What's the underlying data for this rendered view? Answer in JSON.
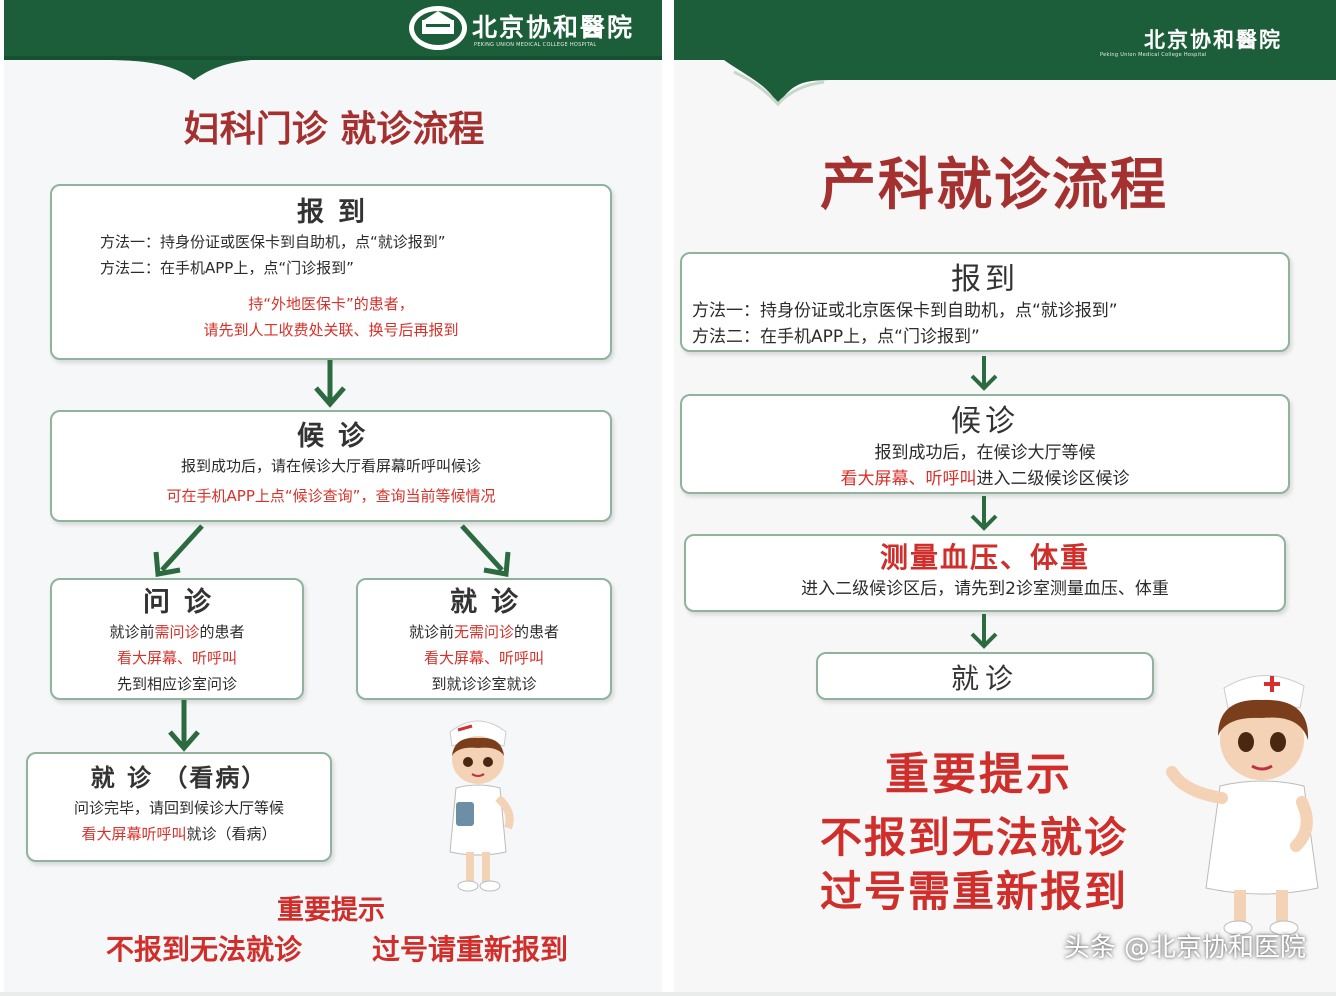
{
  "left": {
    "logo": "北京协和醫院",
    "logo_sub": "PEKING UNION MEDICAL COLLEGE HOSPITAL",
    "title": "妇科门诊  就诊流程",
    "checkin": {
      "heading": "报到",
      "method1": "方法一：持身份证或医保卡到自助机，点“就诊报到”",
      "method2": "方法二：在手机APP上，点“门诊报到”",
      "note1": "持“外地医保卡”的患者，",
      "note2": "请先到人工收费处关联、换号后再报到"
    },
    "waiting": {
      "heading": "候诊",
      "line1": "报到成功后，请在候诊大厅看屏幕听呼叫候诊",
      "line2": "可在手机APP上点“候诊查询”，查询当前等候情况"
    },
    "inquiry": {
      "heading": "问诊",
      "line1": "就诊前需问诊的患者",
      "line2": "看大屏幕、听呼叫",
      "line3": "先到相应诊室问诊"
    },
    "visit": {
      "heading": "就诊",
      "line1": "就诊前无需问诊的患者",
      "line2": "看大屏幕、听呼叫",
      "line3": "到就诊诊室就诊"
    },
    "visit_sick": {
      "heading": "就 诊 （看病）",
      "line1": "问诊完毕，请回到候诊大厅等候",
      "line2_red": "看大屏幕听呼叫",
      "line2_black": "就诊（看病）"
    },
    "tip_title": "重要提示",
    "tip1": "不报到无法就诊",
    "tip2": "过号请重新报到"
  },
  "right": {
    "logo": "北京协和醫院",
    "logo_sub": "Peking Union Medical College Hospital",
    "title": "产科就诊流程",
    "checkin": {
      "heading": "报到",
      "method1": "方法一：持身份证或北京医保卡到自助机，点“就诊报到”",
      "method2": "方法二：在手机APP上，点“门诊报到”"
    },
    "waiting": {
      "heading": "候诊",
      "line1": "报到成功后，在候诊大厅等候",
      "line2_red": "看大屏幕、听呼叫",
      "line2_black": "进入二级候诊区候诊"
    },
    "measure": {
      "heading": "测量血压、体重",
      "line1": "进入二级候诊区后，请先到2诊室测量血压、体重"
    },
    "visit": {
      "heading": "就诊"
    },
    "tip_title": "重要提示",
    "tip1": "不报到无法就诊",
    "tip2": "过号需重新报到"
  },
  "watermark": "头条 @北京协和医院",
  "colors": {
    "banner_green": "#1c5e3a",
    "title_red": "#a4312f",
    "warn_red": "#cf2e2a",
    "box_border": "#8fb39c",
    "arrow_green": "#2c6a3f"
  }
}
